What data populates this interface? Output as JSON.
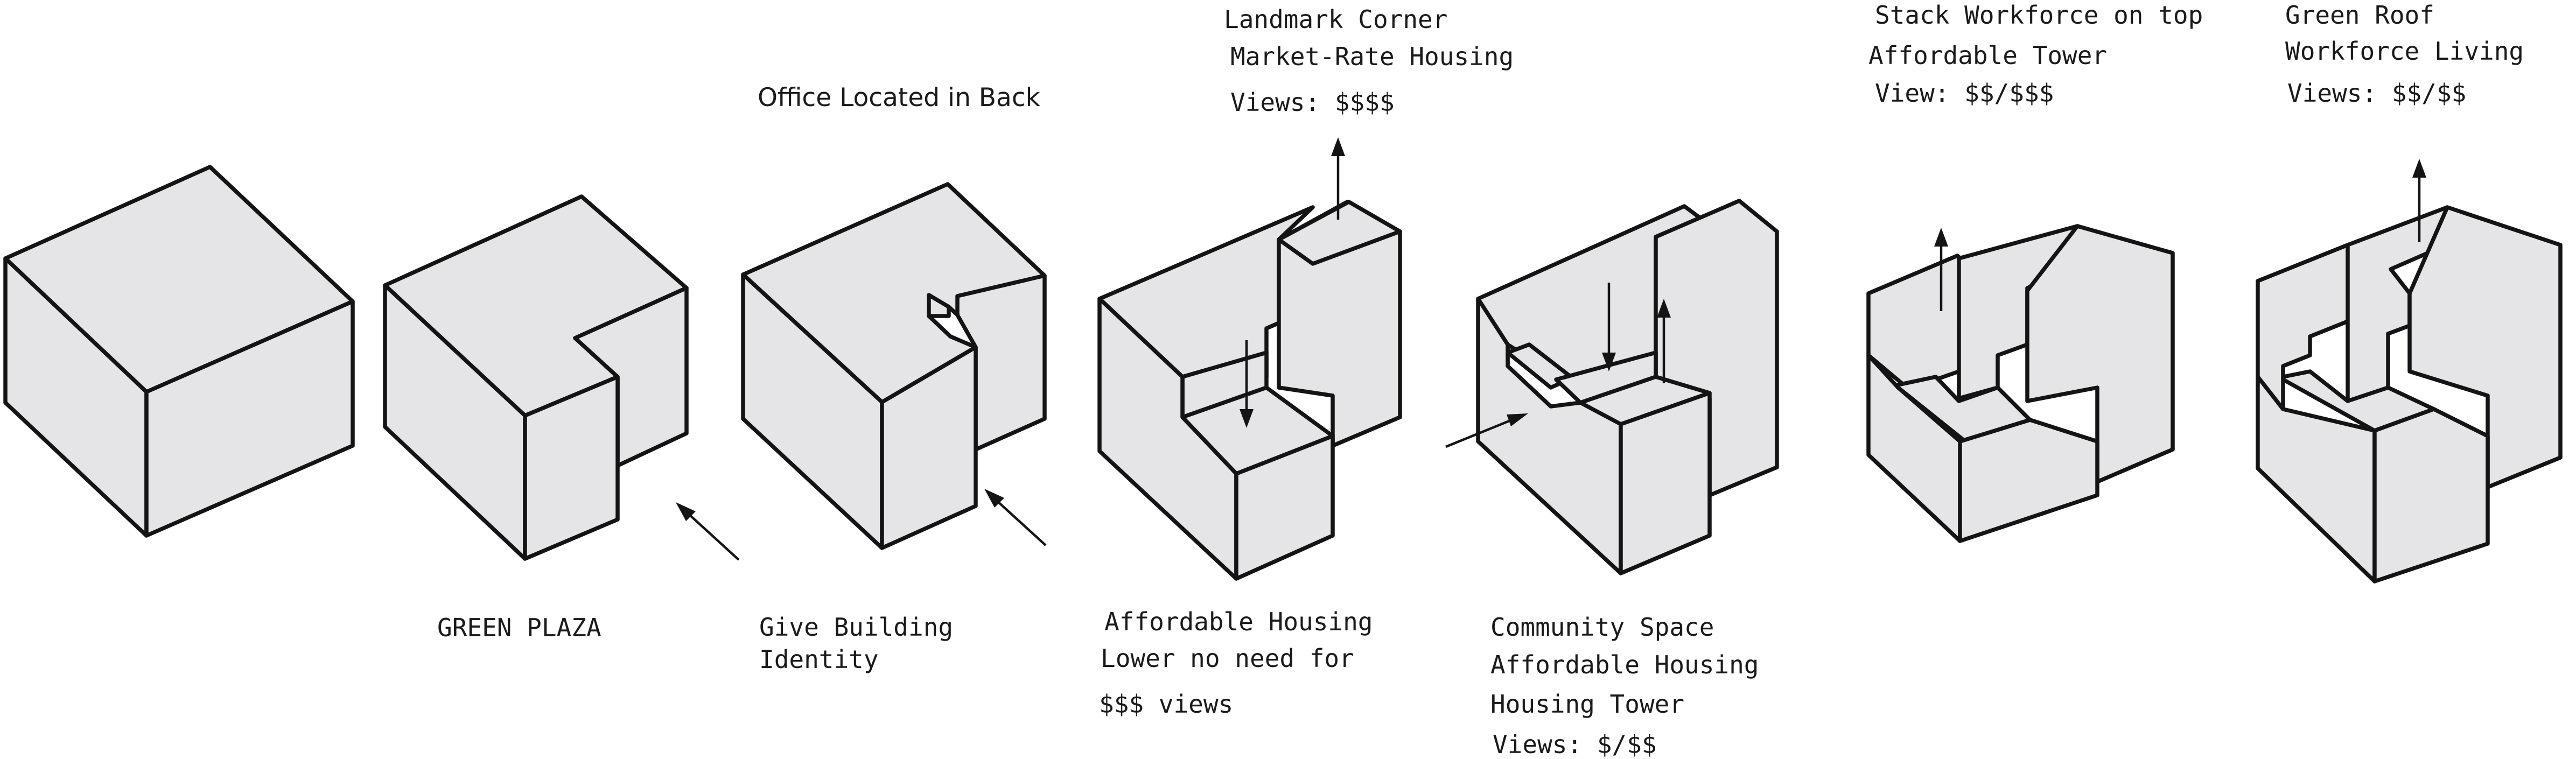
{
  "diagram": {
    "stroke_color": "#141414",
    "face_fill": "#e5e5e7",
    "steps": [
      {
        "id": "step-1",
        "labels": []
      },
      {
        "id": "step-2",
        "labels": [
          "GREEN PLAZA"
        ]
      },
      {
        "id": "step-3",
        "labels": [
          "Office Located in Back",
          "Give Building",
          "Identity"
        ]
      },
      {
        "id": "step-4",
        "labels": [
          "Landmark Corner",
          "Market-Rate Housing",
          "Views: $$$$",
          "Affordable Housing",
          "Lower no need for",
          "$$$ views"
        ]
      },
      {
        "id": "step-5",
        "labels": [
          "Community Space",
          "Affordable Housing",
          "Housing Tower",
          "Views: $/$$"
        ]
      },
      {
        "id": "step-6",
        "labels": [
          "Stack Workforce on top",
          "Affordable Tower",
          "View: $$/$$$"
        ]
      },
      {
        "id": "step-7",
        "labels": [
          "Green Roof",
          "Workforce Living",
          "Views: $$/$$"
        ]
      }
    ]
  }
}
